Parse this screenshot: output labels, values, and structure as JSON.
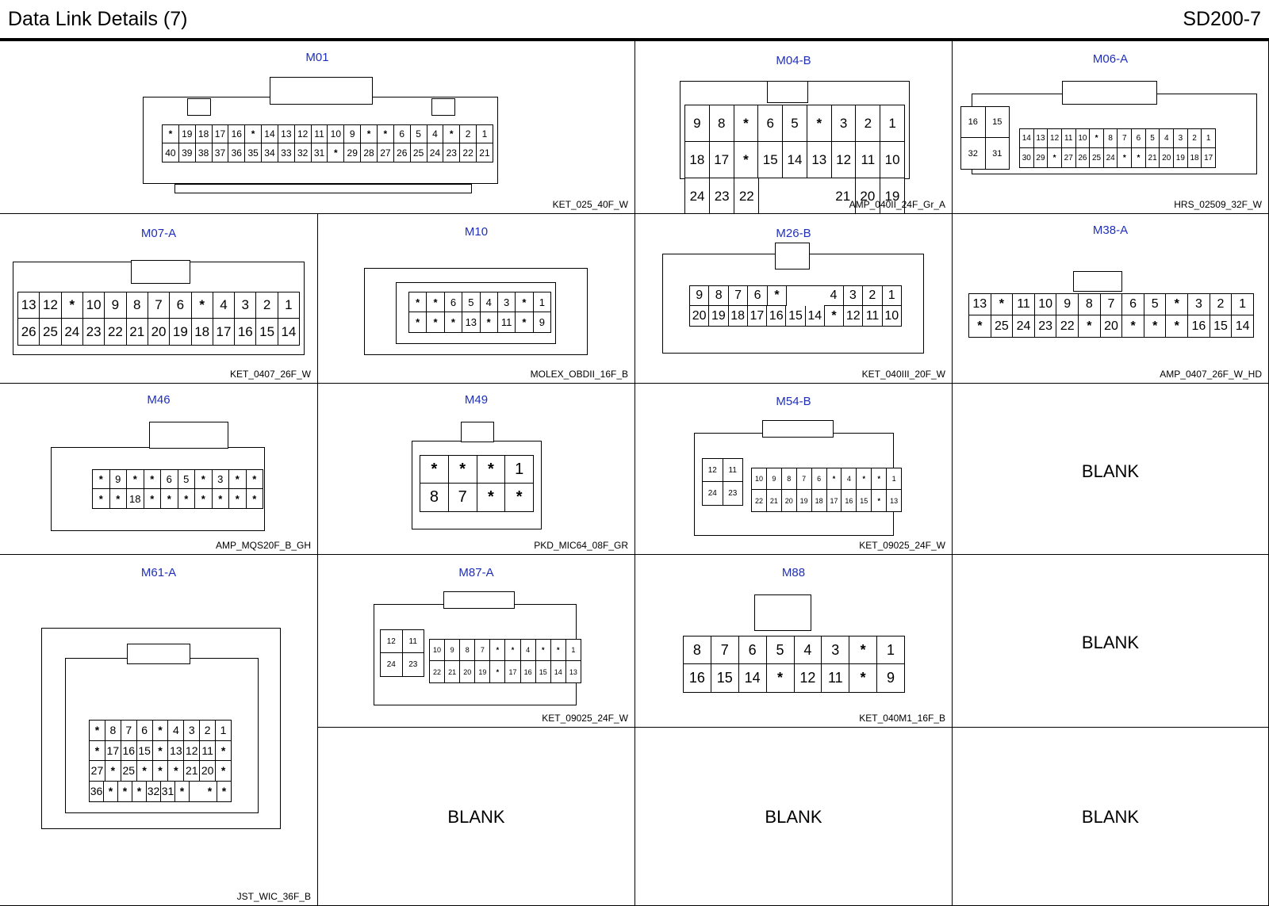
{
  "header": {
    "title": "Data Link Details (7)",
    "code": "SD200-7"
  },
  "cells": [
    {
      "id": "m01",
      "name": "M01",
      "part": "KET_025_40F_W",
      "rows": [
        [
          "*",
          "19",
          "18",
          "17",
          "16",
          "*",
          "14",
          "13",
          "12",
          "11",
          "10",
          "9",
          "*",
          "*",
          "6",
          "5",
          "4",
          "*",
          "2",
          "1"
        ],
        [
          "40",
          "39",
          "38",
          "37",
          "36",
          "35",
          "34",
          "33",
          "32",
          "31",
          "*",
          "29",
          "28",
          "27",
          "26",
          "25",
          "24",
          "23",
          "22",
          "21"
        ]
      ]
    },
    {
      "id": "m04b",
      "name": "M04-B",
      "part": "AMP_040II_24F_Gr_A",
      "rows": [
        [
          "9",
          "8",
          "*",
          "6",
          "5",
          "*",
          "3",
          "2",
          "1"
        ],
        [
          "18",
          "17",
          "*",
          "15",
          "14",
          "13",
          "12",
          "11",
          "10"
        ],
        [
          "24",
          "23",
          "22",
          "",
          "",
          "",
          "21",
          "20",
          "19"
        ]
      ]
    },
    {
      "id": "m06a",
      "name": "M06-A",
      "part": "HRS_02509_32F_W",
      "left": [
        [
          "16",
          "15"
        ],
        [
          "32",
          "31"
        ]
      ],
      "rows": [
        [
          "14",
          "13",
          "12",
          "11",
          "10",
          "*",
          "8",
          "7",
          "6",
          "5",
          "4",
          "3",
          "2",
          "1"
        ],
        [
          "30",
          "29",
          "*",
          "27",
          "26",
          "25",
          "24",
          "*",
          "*",
          "21",
          "20",
          "19",
          "18",
          "17"
        ]
      ]
    },
    {
      "id": "m07a",
      "name": "M07-A",
      "part": "KET_0407_26F_W",
      "rows": [
        [
          "13",
          "12",
          "*",
          "10",
          "9",
          "8",
          "7",
          "6",
          "*",
          "4",
          "3",
          "2",
          "1"
        ],
        [
          "26",
          "25",
          "24",
          "23",
          "22",
          "21",
          "20",
          "19",
          "18",
          "17",
          "16",
          "15",
          "14"
        ]
      ]
    },
    {
      "id": "m10",
      "name": "M10",
      "part": "MOLEX_OBDII_16F_B",
      "rows": [
        [
          "*",
          "*",
          "6",
          "5",
          "4",
          "3",
          "*",
          "1"
        ],
        [
          "*",
          "*",
          "*",
          "13",
          "*",
          "11",
          "*",
          "9"
        ]
      ]
    },
    {
      "id": "m26b",
      "name": "M26-B",
      "part": "KET_040III_20F_W",
      "rows": [
        [
          "9",
          "8",
          "7",
          "6",
          "*",
          "",
          "",
          "4",
          "3",
          "2",
          "1"
        ],
        [
          "20",
          "19",
          "18",
          "17",
          "16",
          "15",
          "14",
          "*",
          "12",
          "11",
          "10"
        ]
      ]
    },
    {
      "id": "m38a",
      "name": "M38-A",
      "part": "AMP_0407_26F_W_HD",
      "rows": [
        [
          "13",
          "*",
          "11",
          "10",
          "9",
          "8",
          "7",
          "6",
          "5",
          "*",
          "3",
          "2",
          "1"
        ],
        [
          "*",
          "25",
          "24",
          "23",
          "22",
          "*",
          "20",
          "*",
          "*",
          "*",
          "16",
          "15",
          "14"
        ]
      ]
    },
    {
      "id": "m46",
      "name": "M46",
      "part": "AMP_MQS20F_B_GH",
      "rows": [
        [
          "*",
          "9",
          "*",
          "*",
          "6",
          "5",
          "*",
          "3",
          "*",
          "*"
        ],
        [
          "*",
          "*",
          "18",
          "*",
          "*",
          "*",
          "*",
          "*",
          "*",
          "*"
        ]
      ]
    },
    {
      "id": "m49",
      "name": "M49",
      "part": "PKD_MIC64_08F_GR",
      "rows": [
        [
          "*",
          "*",
          "*",
          "1"
        ],
        [
          "8",
          "7",
          "*",
          "*"
        ]
      ]
    },
    {
      "id": "m54b",
      "name": "M54-B",
      "part": "KET_09025_24F_W",
      "left": [
        [
          "12",
          "11"
        ],
        [
          "24",
          "23"
        ]
      ],
      "rows": [
        [
          "10",
          "9",
          "8",
          "7",
          "6",
          "*",
          "4",
          "*",
          "*",
          "1"
        ],
        [
          "22",
          "21",
          "20",
          "19",
          "18",
          "17",
          "16",
          "15",
          "*",
          "13"
        ]
      ]
    },
    {
      "id": "blank1",
      "blank": "BLANK"
    },
    {
      "id": "m61a",
      "name": "M61-A",
      "part": "JST_WIC_36F_B",
      "rows": [
        [
          "*",
          "8",
          "7",
          "6",
          "*",
          "4",
          "3",
          "2",
          "1"
        ],
        [
          "*",
          "17",
          "16",
          "15",
          "*",
          "13",
          "12",
          "11",
          "*"
        ],
        [
          "27",
          "*",
          "25",
          "*",
          "*",
          "*",
          "21",
          "20",
          "*"
        ],
        [
          "36",
          "*",
          "*",
          "*",
          "32",
          "31",
          "*",
          "",
          "*",
          "*"
        ]
      ]
    },
    {
      "id": "m87a",
      "name": "M87-A",
      "part": "KET_09025_24F_W",
      "left": [
        [
          "12",
          "11"
        ],
        [
          "24",
          "23"
        ]
      ],
      "rows": [
        [
          "10",
          "9",
          "8",
          "7",
          "*",
          "*",
          "4",
          "*",
          "*",
          "1"
        ],
        [
          "22",
          "21",
          "20",
          "19",
          "*",
          "17",
          "16",
          "15",
          "14",
          "13"
        ]
      ]
    },
    {
      "id": "m88",
      "name": "M88",
      "part": "KET_040M1_16F_B",
      "rows": [
        [
          "8",
          "7",
          "6",
          "5",
          "4",
          "3",
          "*",
          "1"
        ],
        [
          "16",
          "15",
          "14",
          "*",
          "12",
          "11",
          "*",
          "9"
        ]
      ]
    },
    {
      "id": "blank2",
      "blank": "BLANK"
    },
    {
      "id": "blank3",
      "blank": "BLANK"
    },
    {
      "id": "blank4",
      "blank": "BLANK"
    },
    {
      "id": "blank5",
      "blank": "BLANK"
    }
  ]
}
